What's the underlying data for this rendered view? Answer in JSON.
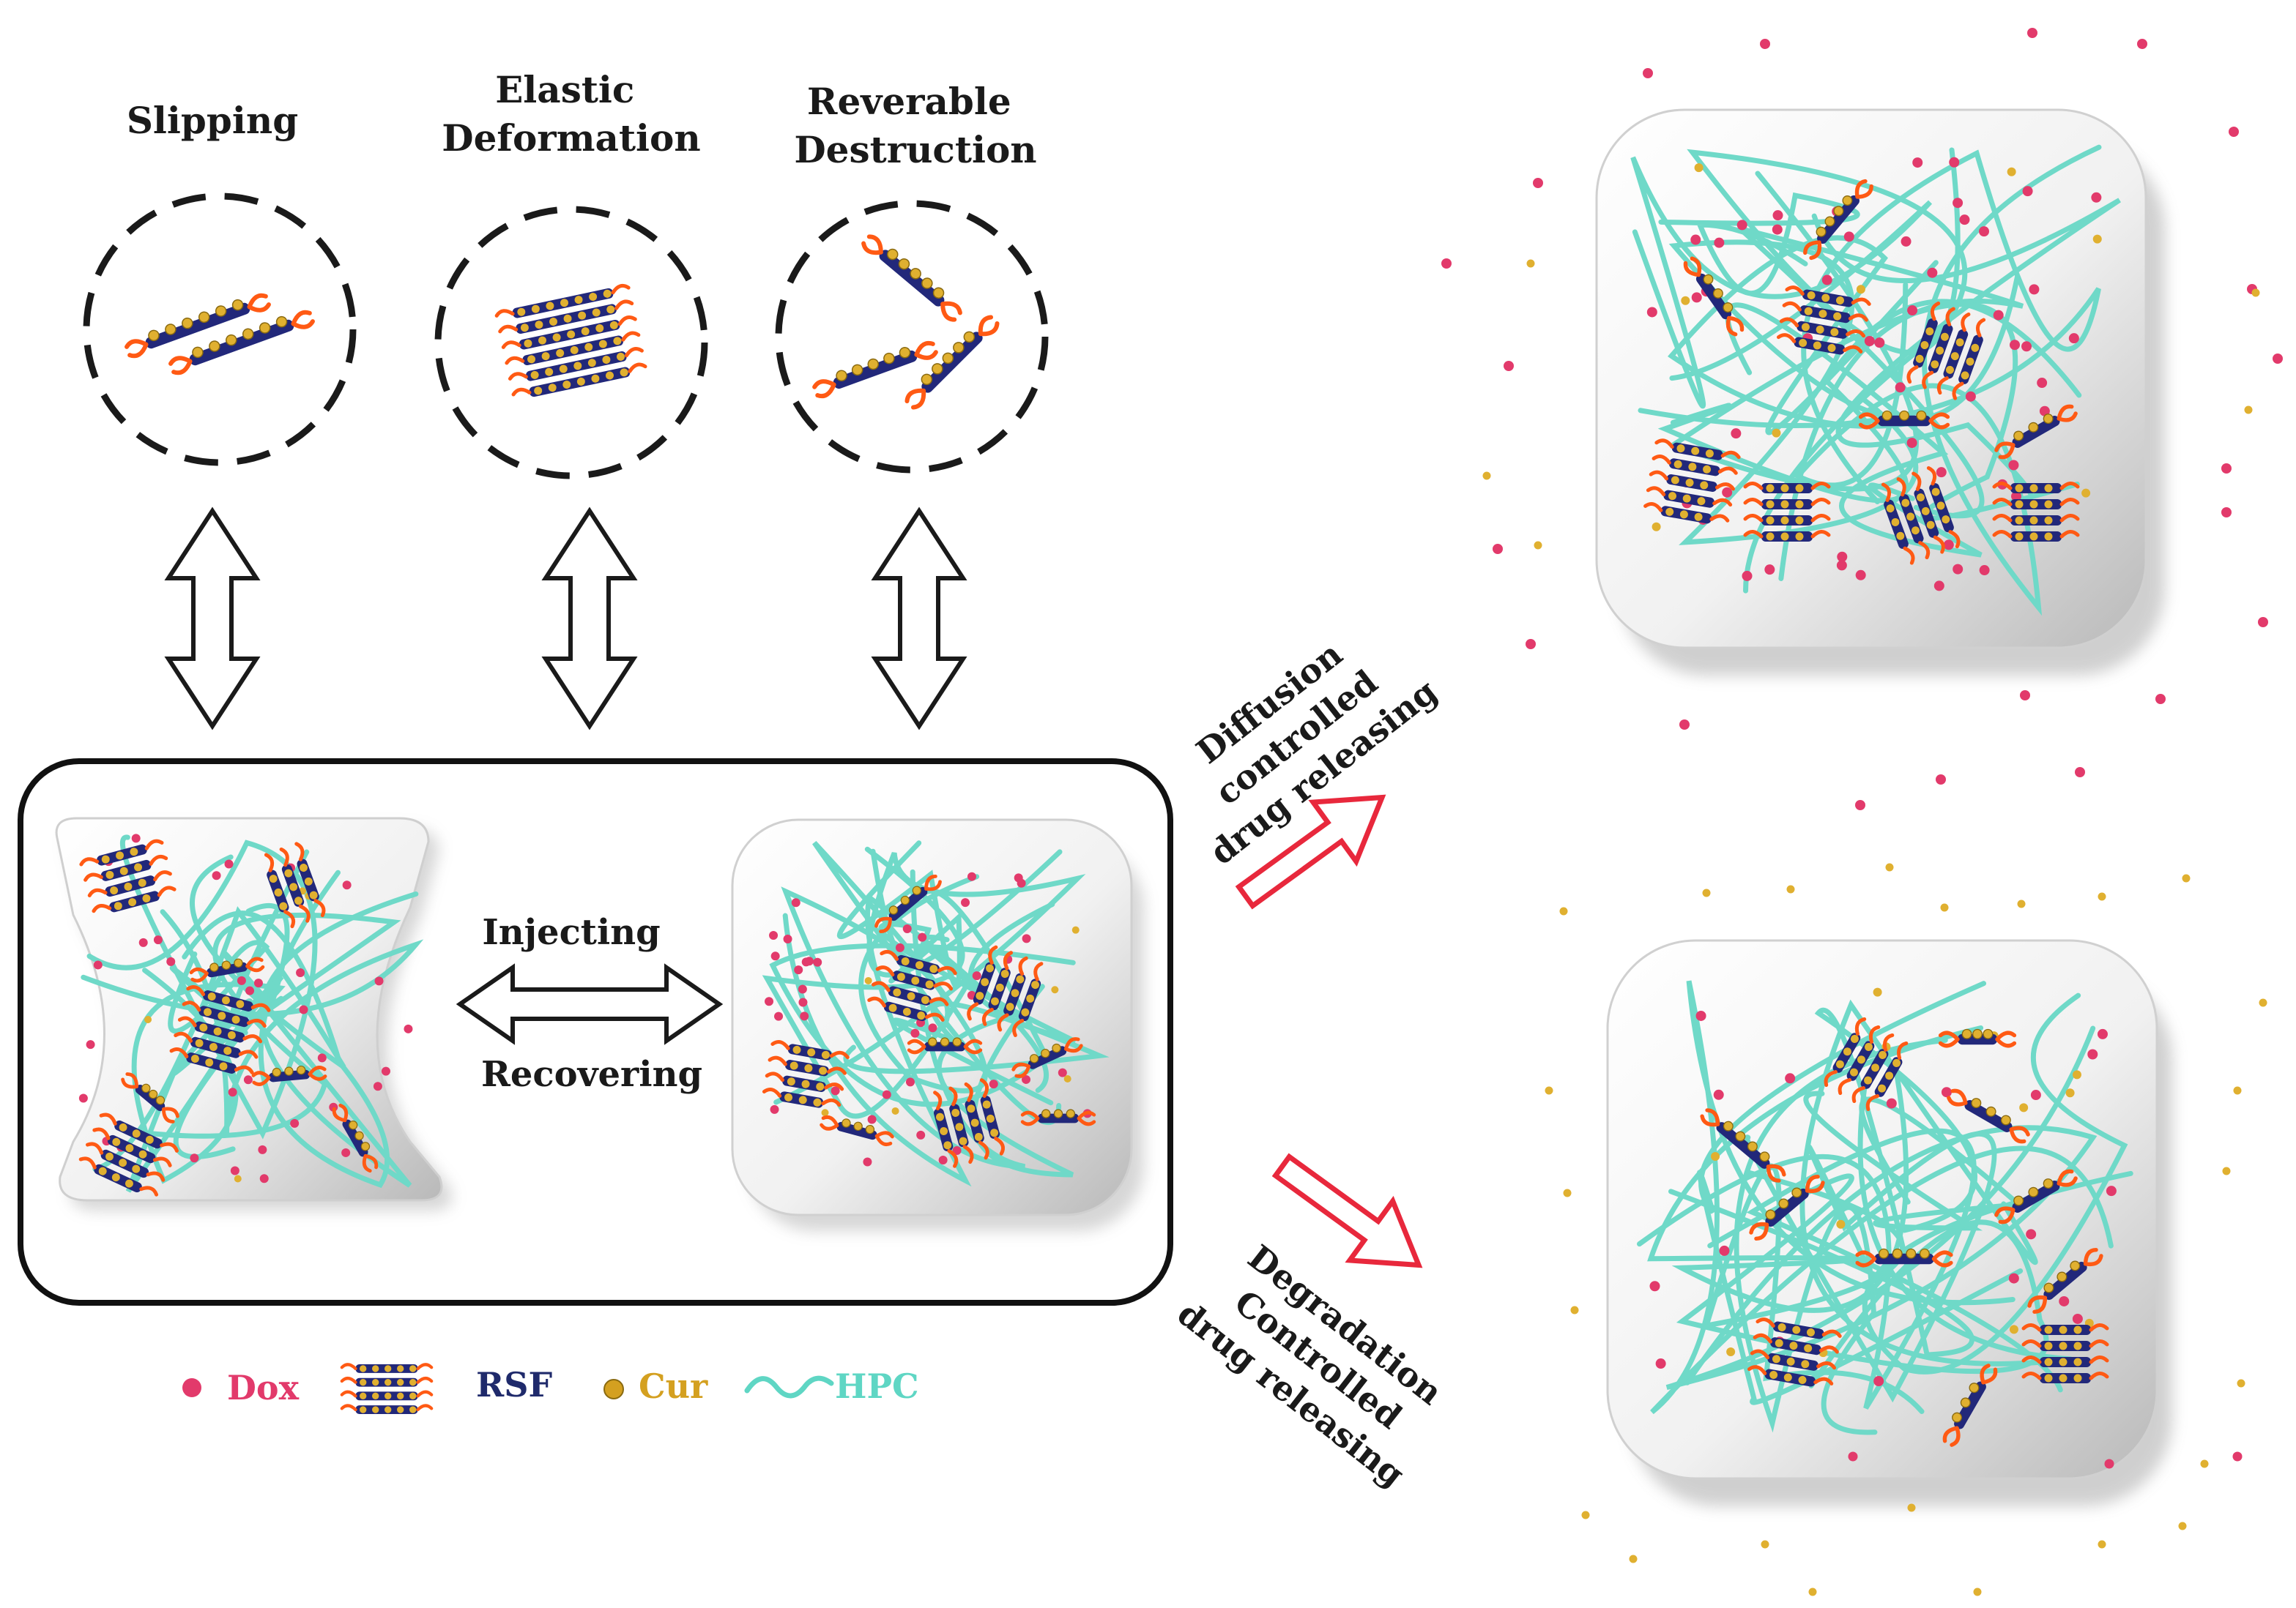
{
  "mechanisms": [
    {
      "name": "slipping",
      "lines": [
        "Slipping"
      ]
    },
    {
      "name": "elastic",
      "lines": [
        "Elastic",
        "Deformation"
      ]
    },
    {
      "name": "destruction",
      "lines": [
        "Reverable",
        "Destruction"
      ]
    }
  ],
  "transition": {
    "top": "Injecting",
    "bottom": "Recovering"
  },
  "release_top": [
    "Diffusion",
    "controlled",
    "drug releasing"
  ],
  "release_bottom": [
    "Degradation",
    "Controlled",
    "drug releasing"
  ],
  "legend": [
    {
      "key": "dox",
      "label": "Dox",
      "color": "#e23a6b"
    },
    {
      "key": "rsf",
      "label": "RSF",
      "color": "#1f2a6b"
    },
    {
      "key": "cur",
      "label": "Cur",
      "color": "#d4a020"
    },
    {
      "key": "hpc",
      "label": "HPC",
      "color": "#5fd6c4"
    }
  ],
  "colors": {
    "hpc": "#6fd9c8",
    "rsf": "#22287a",
    "dox": "#e23a6b",
    "cur": "#e0b030",
    "arrow_red": "#e8283c",
    "rsf_end": "#ff5a14"
  }
}
